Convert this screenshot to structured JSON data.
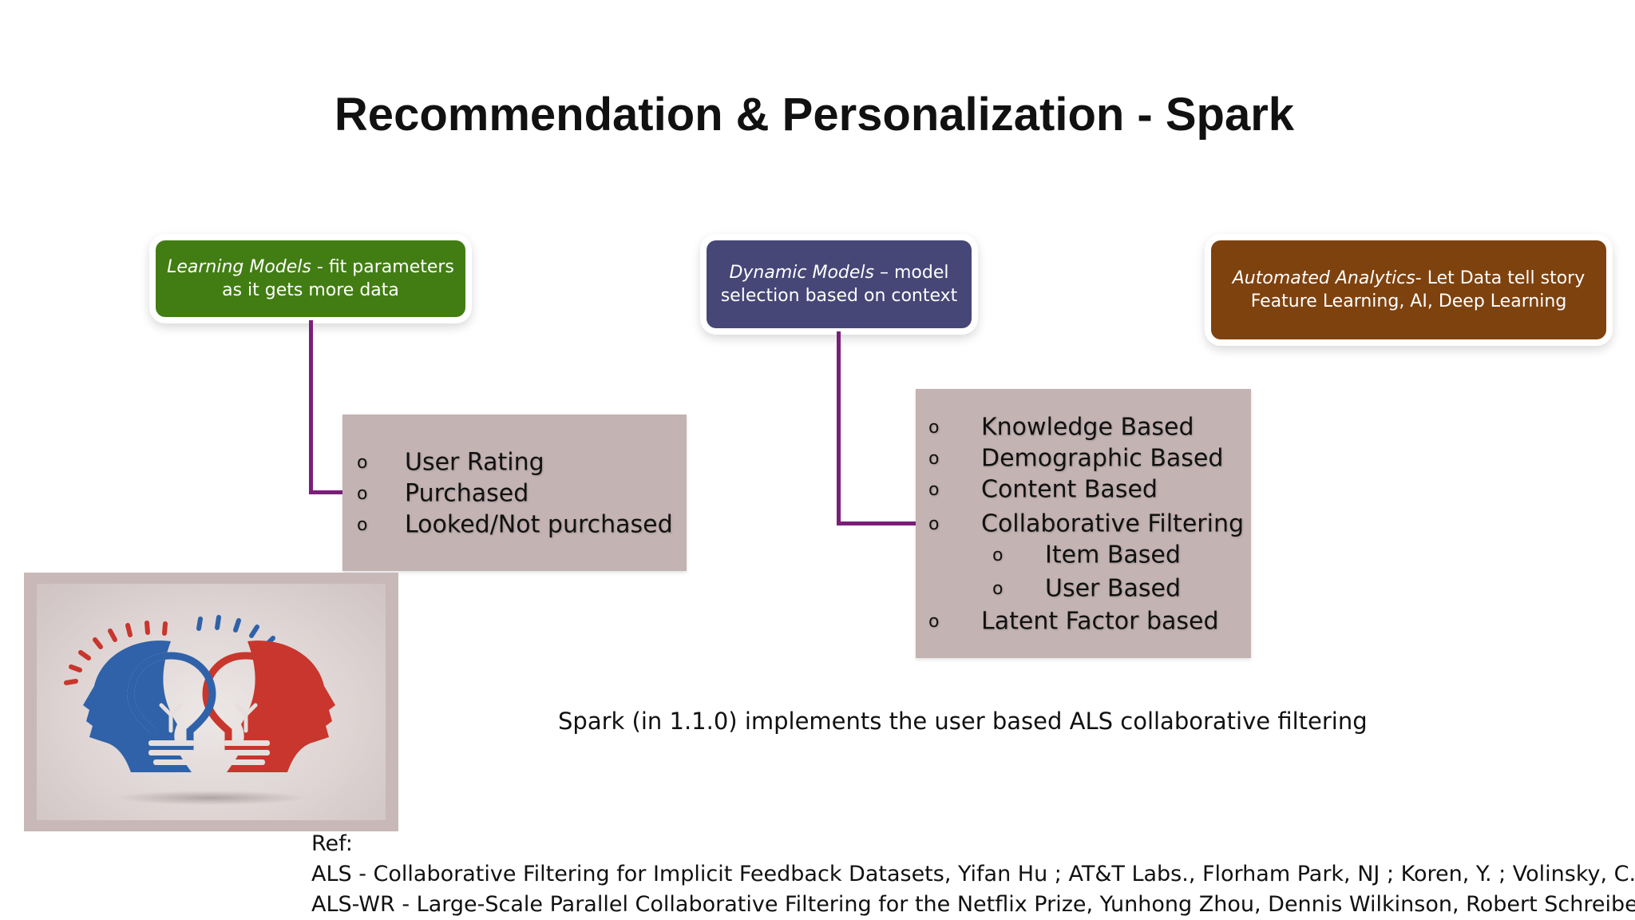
{
  "slide": {
    "title": "Recommendation & Personalization - Spark"
  },
  "boxes": {
    "learning": {
      "title": "Learning Models",
      "rest": " - fit parameters",
      "line2": "as it gets more data",
      "color": "#427d14"
    },
    "dynamic": {
      "title": "Dynamic Models",
      "rest": " – model",
      "line2": "selection based on context",
      "color": "#464777"
    },
    "automated": {
      "title": "Automated Analytics",
      "rest": "- Let Data tell story",
      "line2": "Feature Learning, AI, Deep Learning",
      "color": "#7e420f"
    }
  },
  "connector_color": "#7b1e7a",
  "lists": {
    "left": [
      "User Rating",
      "Purchased",
      "Looked/Not purchased"
    ],
    "right": [
      "Knowledge Based",
      "Demographic Based",
      "Content Based",
      "Collaborative Filtering",
      "Item Based",
      "User Based",
      "Latent Factor based"
    ]
  },
  "bullet_glyph": "o",
  "note": "Spark (in 1.1.0) implements the user based ALS collaborative filtering",
  "refs": {
    "label": "Ref:",
    "line1": "ALS - Collaborative Filtering for Implicit Feedback Datasets, Yifan Hu ; AT&T Labs., Florham Park, NJ ; Koren, Y. ; Volinsky, C.",
    "line2": "ALS-WR - Large-Scale Parallel Collaborative Filtering for the Netflix Prize, Yunhong Zhou, Dennis Wilkinson, Robert Schreiber, Rong"
  },
  "figure": {
    "icon": "two-heads-lightbulb-icon",
    "left_color": "#2f62a8",
    "right_color": "#c8362d"
  }
}
